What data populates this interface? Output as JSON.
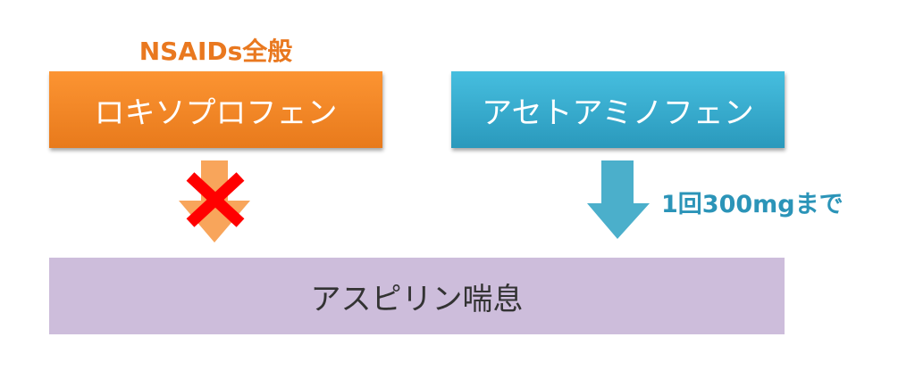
{
  "category_label": "NSAIDs全般",
  "left_box": "ロキソプロフェン",
  "right_box": "アセトアミノフェン",
  "bottom_box": "アスピリン喘息",
  "dose_label": "1回300mgまで",
  "colors": {
    "orange": "#F58A27",
    "orange_arrow": "#F8A55B",
    "blue": "#37AACB",
    "blue_arrow": "#4BAFCB",
    "purple": "#CDBDDB",
    "cross": "#FF0000"
  },
  "icons": {
    "left_arrow": "down-arrow-icon",
    "cross": "x-mark-icon",
    "right_arrow": "down-arrow-icon"
  }
}
